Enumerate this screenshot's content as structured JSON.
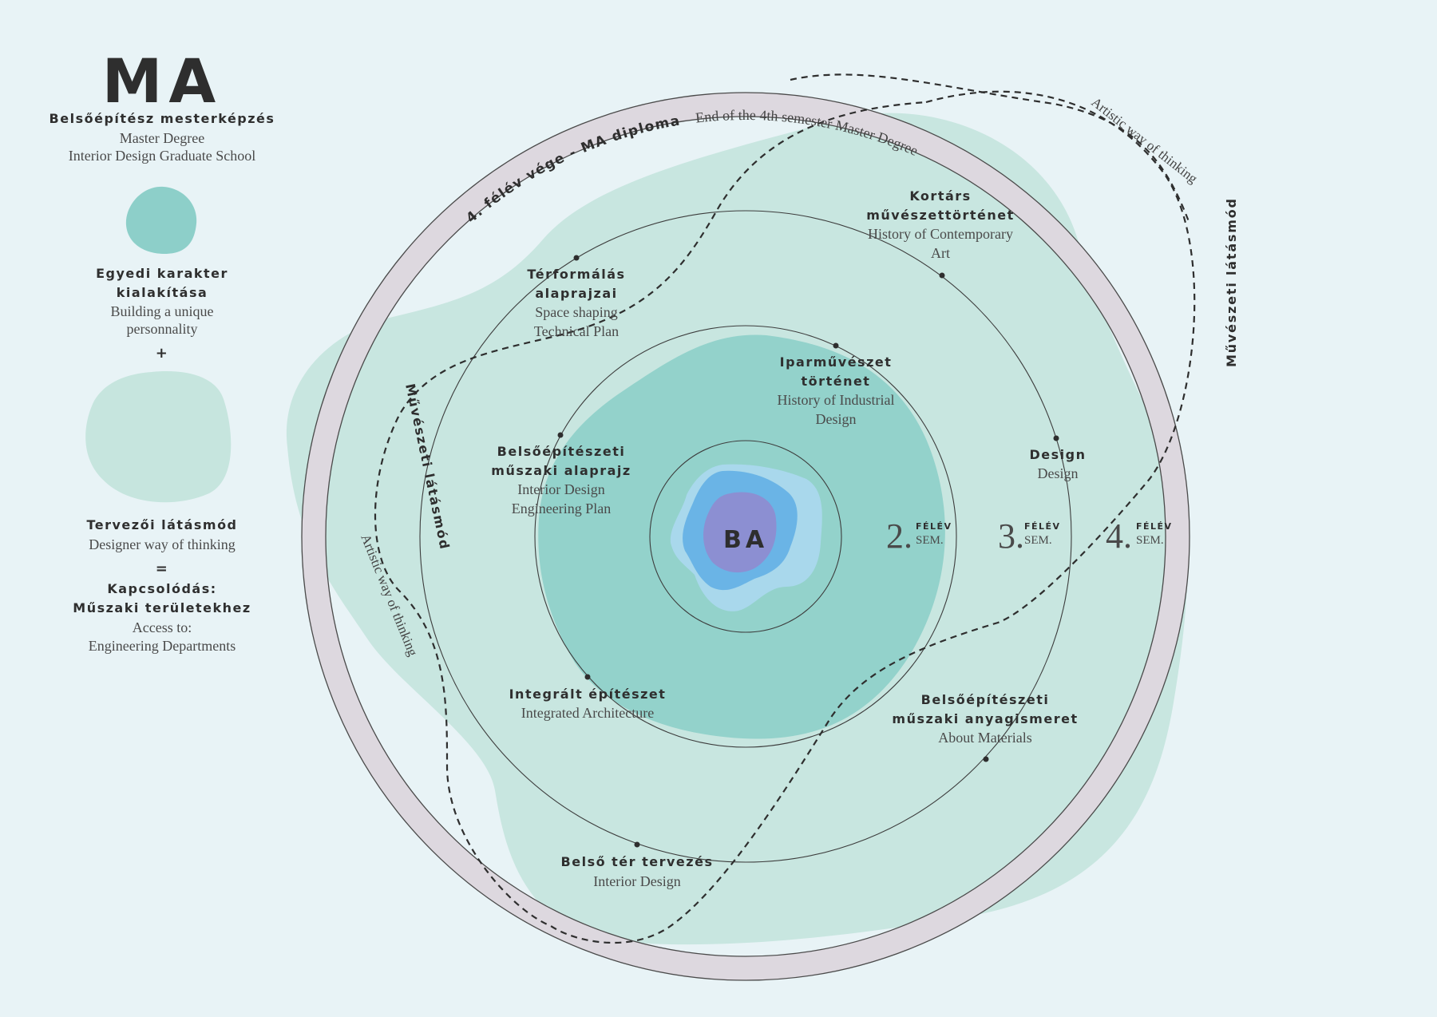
{
  "legend": {
    "title": "MA",
    "subtitle_hu": "Belsőépítész mesterképzés",
    "subtitle_en_1": "Master Degree",
    "subtitle_en_2": "Interior Design Graduate School",
    "item1_hu_1": "Egyedi karakter",
    "item1_hu_2": "kialakítása",
    "item1_en_1": "Building a unique",
    "item1_en_2": "personnality",
    "plus": "+",
    "item2_hu": "Tervezői látásmód",
    "item2_en": "Designer way of thinking",
    "equals": "=",
    "item3_hu_1": "Kapcsolódás:",
    "item3_hu_2": "Műszaki területekhez",
    "item3_en_1": "Access to:",
    "item3_en_2": "Engineering Departments"
  },
  "diagram": {
    "center": "BA",
    "outer_ring_hu": "4. félév vége - MA diploma",
    "outer_ring_en": "End of the 4th semester Master Degree",
    "artistic_hu": "Művészeti látásmód",
    "artistic_en": "Artistic way of thinking",
    "semesters": [
      {
        "num": "2.",
        "hu": "FÉLÉV",
        "en": "SEM."
      },
      {
        "num": "3.",
        "hu": "FÉLÉV",
        "en": "SEM."
      },
      {
        "num": "4.",
        "hu": "FÉLÉV",
        "en": "SEM."
      }
    ],
    "courses": {
      "terformalas": {
        "hu_1": "Térformálás",
        "hu_2": "alaprajzai",
        "en_1": "Space shaping",
        "en_2": "Technical Plan"
      },
      "kortars": {
        "hu_1": "Kortárs",
        "hu_2": "művészettörténet",
        "en_1": "History of Contemporary",
        "en_2": "Art"
      },
      "iparmuveszet": {
        "hu_1": "Iparművészet",
        "hu_2": "történet",
        "en_1": "History of  Industrial",
        "en_2": "Design"
      },
      "belsoep_alap": {
        "hu_1": "Belsőépítészeti",
        "hu_2": "műszaki alaprajz",
        "en_1": "Interior Design",
        "en_2": "Engineering Plan"
      },
      "design": {
        "hu_1": "Design",
        "en_1": "Design"
      },
      "integralt": {
        "hu_1": "Integrált építészet",
        "en_1": "Integrated Architecture"
      },
      "anyag": {
        "hu_1": "Belsőépítészeti",
        "hu_2": "műszaki anyagismeret",
        "en_1": "About Materials"
      },
      "belsoter": {
        "hu_1": "Belső tér tervezés",
        "en_1": "Interior Design"
      }
    }
  },
  "colors": {
    "background": "#e8f3f6",
    "blob_light": "#c6e5de",
    "blob_mid": "#8dcfc9",
    "blob_dark": "#6fbcb9",
    "core_blue": "#6ab4e6",
    "core_purple": "#8c8fd2",
    "ring": "#4a4a4a",
    "band": "#ddd8df"
  }
}
